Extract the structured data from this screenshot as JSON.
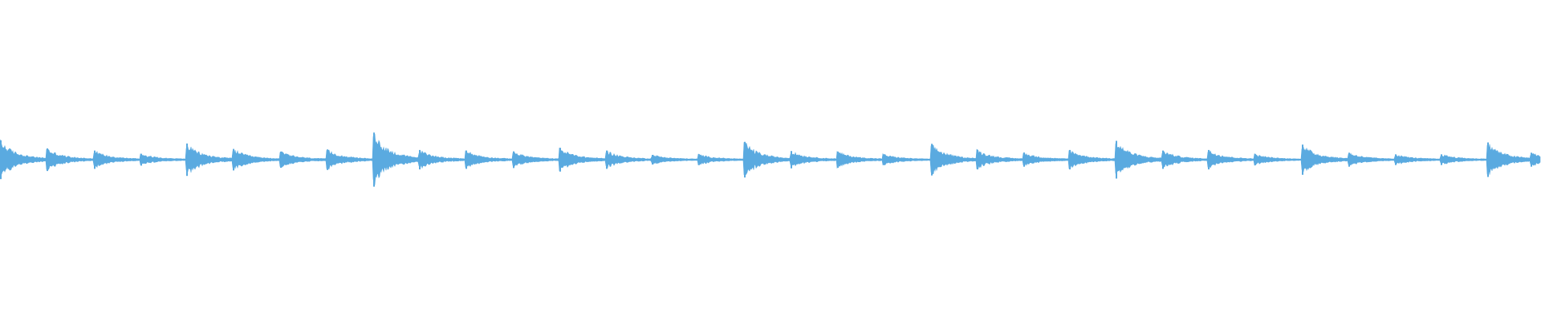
{
  "waveform": {
    "color": "#5aaae0",
    "background": "#ffffff",
    "onsets": [
      {
        "t": 0.0,
        "amp": 0.72
      },
      {
        "t": 0.03,
        "amp": 0.42
      },
      {
        "t": 0.061,
        "amp": 0.34
      },
      {
        "t": 0.091,
        "amp": 0.22
      },
      {
        "t": 0.121,
        "amp": 0.6
      },
      {
        "t": 0.151,
        "amp": 0.4
      },
      {
        "t": 0.182,
        "amp": 0.3
      },
      {
        "t": 0.212,
        "amp": 0.38
      },
      {
        "t": 0.242,
        "amp": 1.0
      },
      {
        "t": 0.272,
        "amp": 0.36
      },
      {
        "t": 0.302,
        "amp": 0.34
      },
      {
        "t": 0.333,
        "amp": 0.3
      },
      {
        "t": 0.363,
        "amp": 0.44
      },
      {
        "t": 0.393,
        "amp": 0.34
      },
      {
        "t": 0.423,
        "amp": 0.18
      },
      {
        "t": 0.453,
        "amp": 0.2
      },
      {
        "t": 0.483,
        "amp": 0.66
      },
      {
        "t": 0.513,
        "amp": 0.32
      },
      {
        "t": 0.543,
        "amp": 0.3
      },
      {
        "t": 0.573,
        "amp": 0.2
      },
      {
        "t": 0.604,
        "amp": 0.58
      },
      {
        "t": 0.634,
        "amp": 0.36
      },
      {
        "t": 0.664,
        "amp": 0.26
      },
      {
        "t": 0.694,
        "amp": 0.36
      },
      {
        "t": 0.724,
        "amp": 0.7
      },
      {
        "t": 0.754,
        "amp": 0.34
      },
      {
        "t": 0.784,
        "amp": 0.36
      },
      {
        "t": 0.814,
        "amp": 0.2
      },
      {
        "t": 0.845,
        "amp": 0.56
      },
      {
        "t": 0.875,
        "amp": 0.26
      },
      {
        "t": 0.905,
        "amp": 0.2
      },
      {
        "t": 0.935,
        "amp": 0.2
      },
      {
        "t": 0.965,
        "amp": 0.64
      },
      {
        "t": 0.993,
        "amp": 0.26
      }
    ]
  }
}
